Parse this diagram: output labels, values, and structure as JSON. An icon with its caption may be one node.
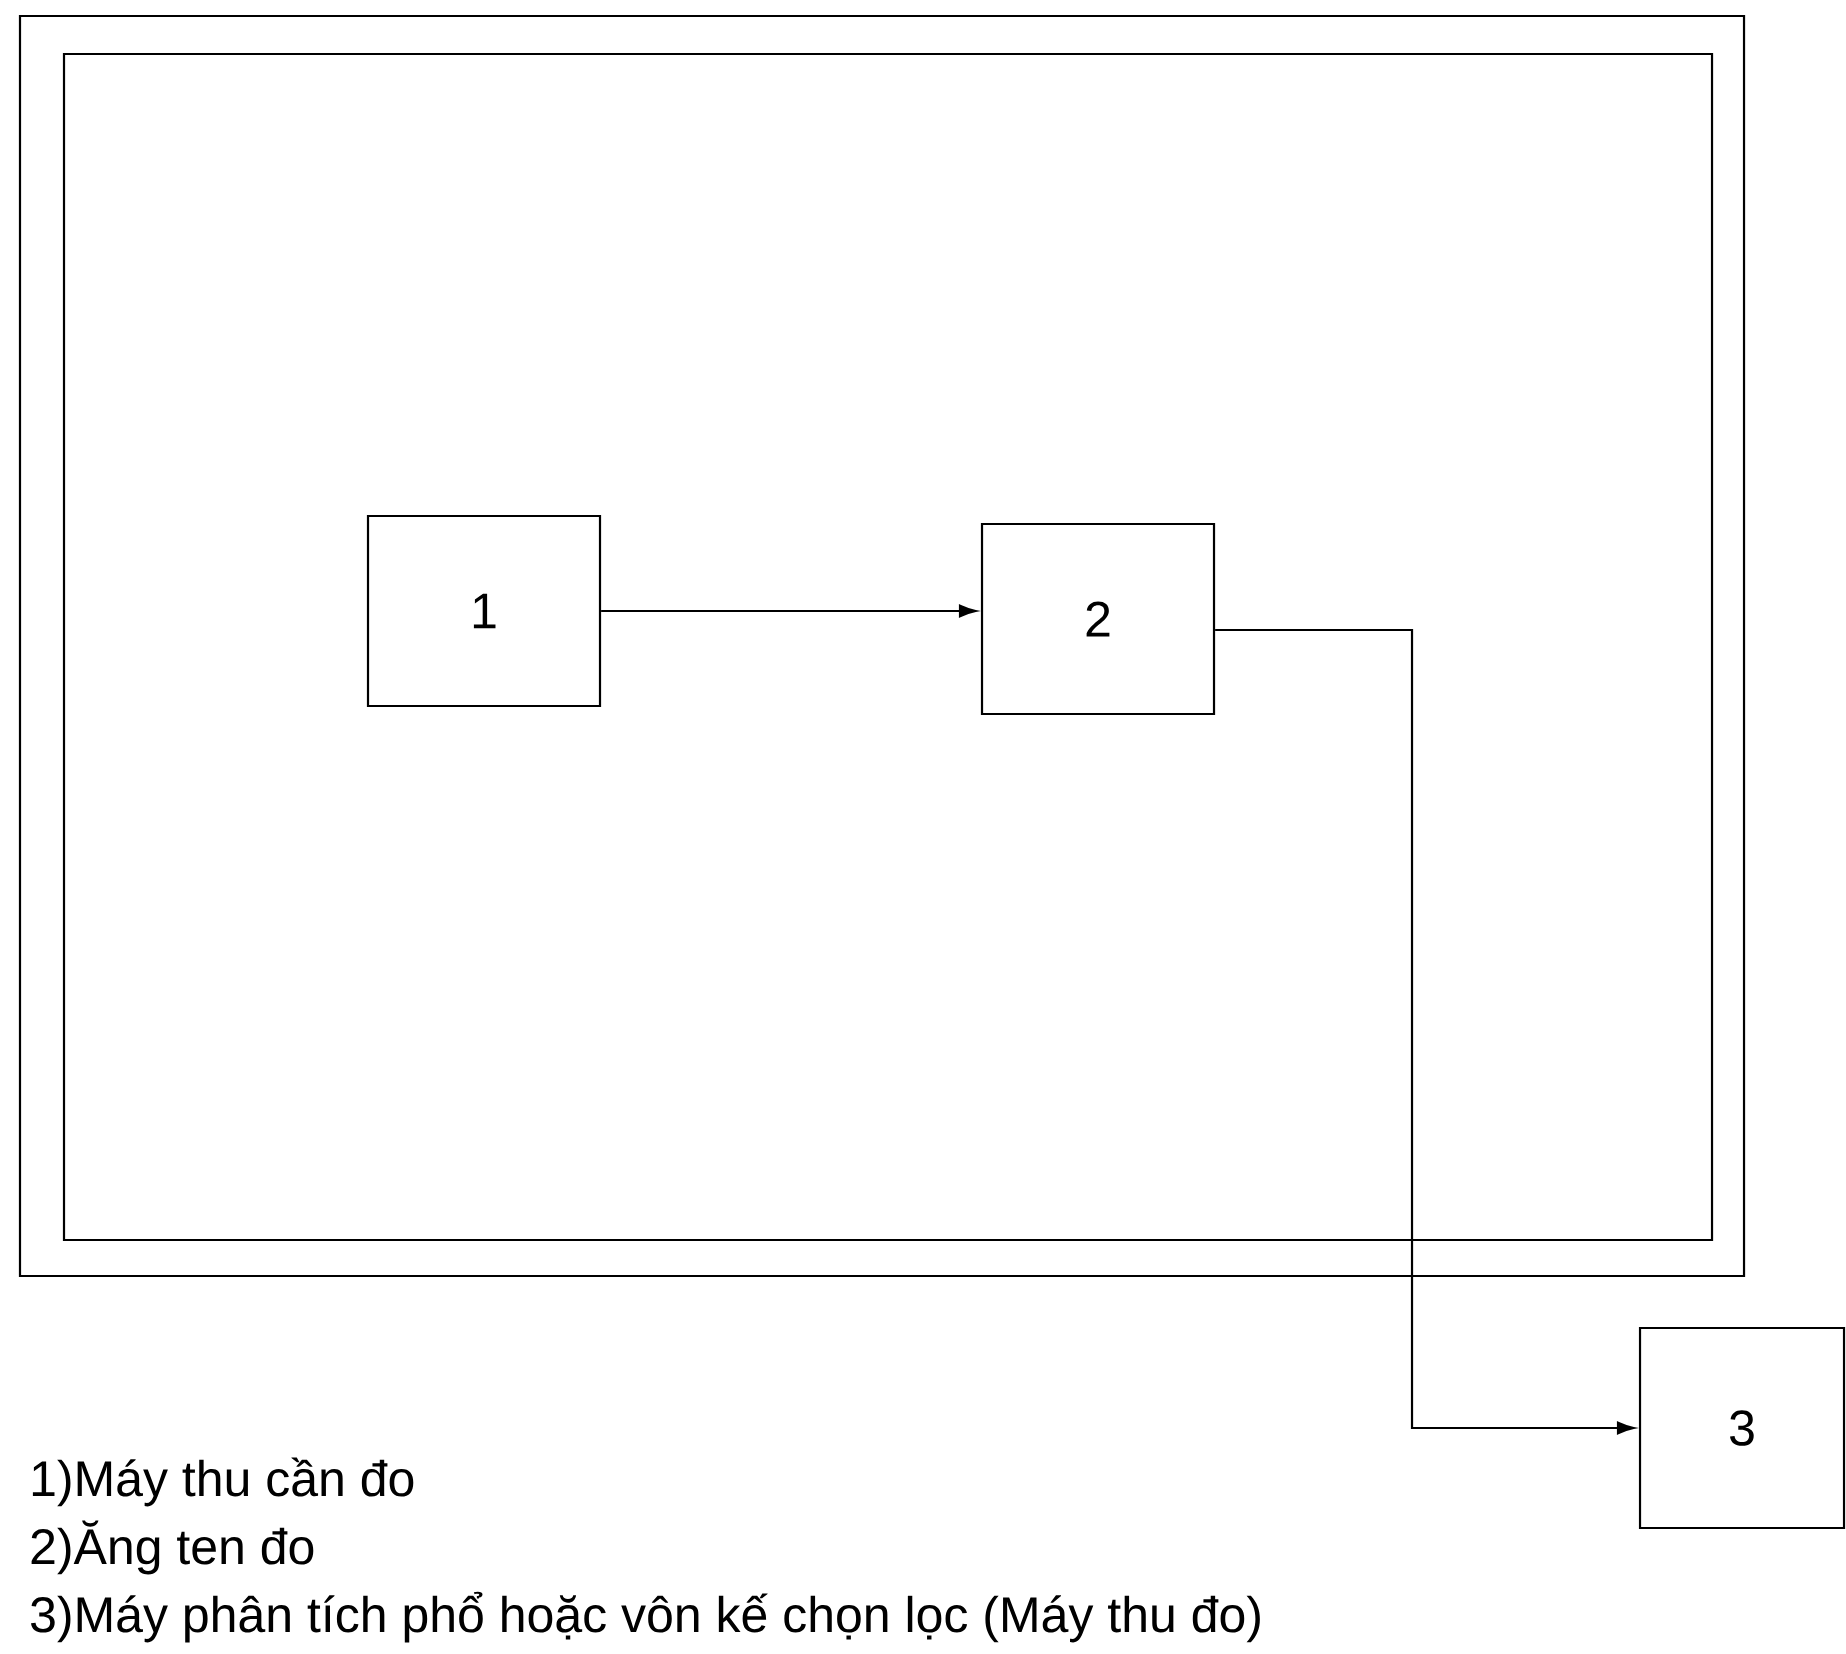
{
  "diagram": {
    "nodes": [
      {
        "text": [],
        "shape": "box"
      },
      {
        "text": [],
        "shape": "box",
        "in": 0
      },
      {
        "text": [
          "1"
        ],
        "in": 1
      },
      {
        "text": [
          "2"
        ],
        "in": 1
      },
      {
        "text": [
          "3"
        ]
      }
    ],
    "edges": [
      {
        "from": 2,
        "to": 3,
        "arrow": "to"
      },
      {
        "from": 3,
        "to": 4,
        "arrow": "to"
      }
    ],
    "labels": [
      "1)Máy thu cần đo",
      "2)Ăng ten đo",
      "3)Máy phân tích phổ hoặc vôn kế chọn lọc (Máy thu đo)"
    ]
  }
}
